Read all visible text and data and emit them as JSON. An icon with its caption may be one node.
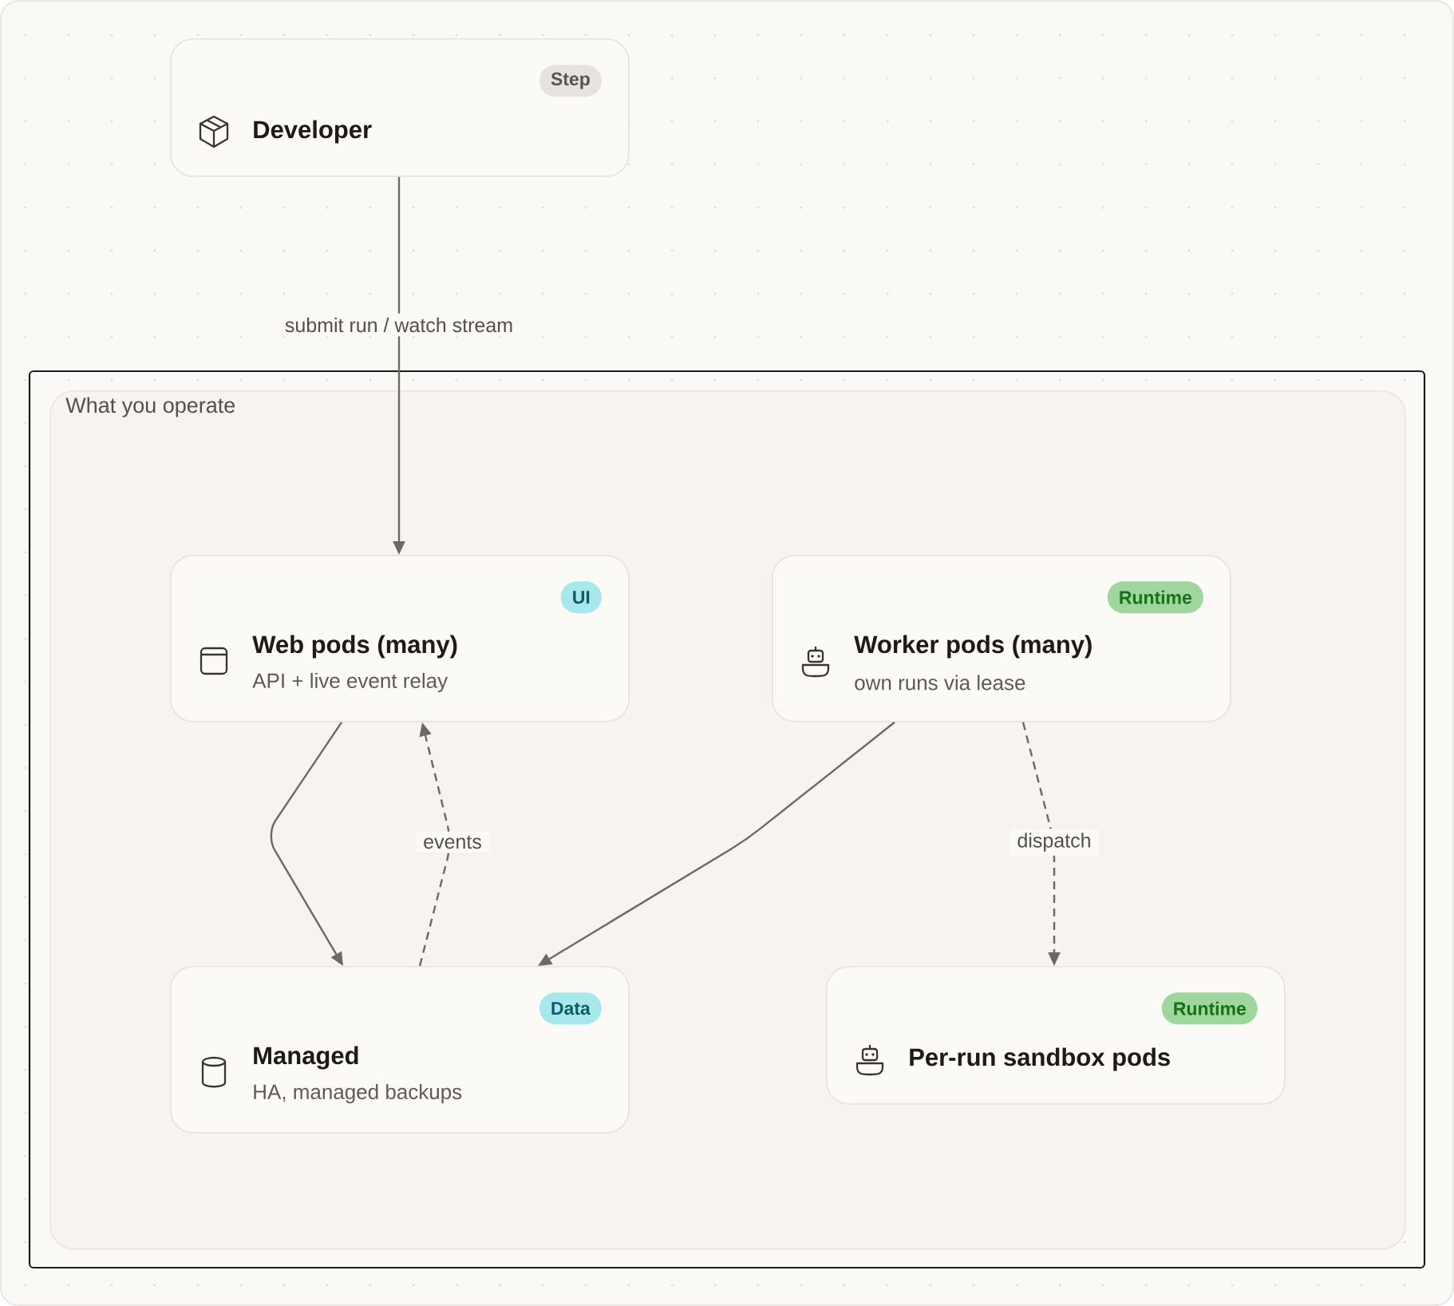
{
  "diagram": {
    "nodes": [
      {
        "text": [
          "Step",
          "Developer"
        ]
      },
      {
        "text": [
          "What you operate"
        ]
      },
      {
        "text": [
          "UI",
          "Web pods (many)",
          "API + live event relay"
        ],
        "in": 1
      },
      {
        "text": [
          "Runtime",
          "Worker pods (many)",
          "own runs via lease"
        ],
        "in": 1
      },
      {
        "text": [
          "Data",
          "Managed",
          "HA, managed backups"
        ],
        "in": 1
      },
      {
        "text": [
          "Runtime",
          "Per-run sandbox pods"
        ],
        "in": 1
      }
    ],
    "edges": [
      {
        "from": 0,
        "to": 2,
        "arrow": "to",
        "label": "submit run / watch stream"
      },
      {
        "from": 2,
        "to": 4,
        "arrow": "to"
      },
      {
        "from": 4,
        "to": 2,
        "arrow": "to",
        "label": "events",
        "style": "dashed"
      },
      {
        "from": 3,
        "to": 4,
        "arrow": "to"
      },
      {
        "from": 3,
        "to": 5,
        "arrow": "to",
        "label": "dispatch",
        "style": "dashed"
      }
    ]
  }
}
